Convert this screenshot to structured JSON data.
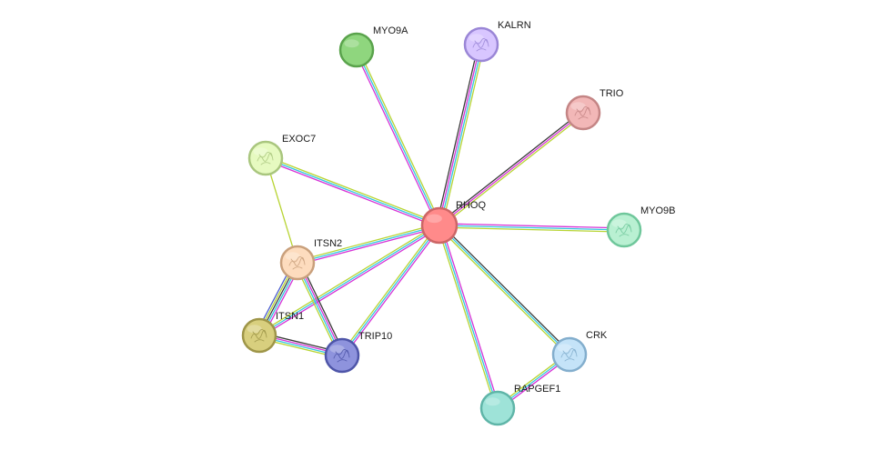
{
  "network": {
    "nodes": [
      {
        "id": "RHOQ",
        "label": "RHOQ",
        "color": "#ff8a8a",
        "stroke": "#cc6666",
        "icon": "none"
      },
      {
        "id": "MYO9A",
        "label": "MYO9A",
        "color": "#8fd67e",
        "stroke": "#5aa34c",
        "icon": "none"
      },
      {
        "id": "KALRN",
        "label": "KALRN",
        "color": "#d8c6ff",
        "stroke": "#9a86d6",
        "icon": "protein-structure-icon"
      },
      {
        "id": "TRIO",
        "label": "TRIO",
        "color": "#f2b7b7",
        "stroke": "#c48585",
        "icon": "protein-structure-icon"
      },
      {
        "id": "EXOC7",
        "label": "EXOC7",
        "color": "#e6fac0",
        "stroke": "#a9c67e",
        "icon": "protein-structure-icon"
      },
      {
        "id": "MYO9B",
        "label": "MYO9B",
        "color": "#b9f0d2",
        "stroke": "#6fc79b",
        "icon": "protein-structure-icon"
      },
      {
        "id": "ITSN2",
        "label": "ITSN2",
        "color": "#fddcbe",
        "stroke": "#c9a07c",
        "icon": "protein-structure-icon"
      },
      {
        "id": "ITSN1",
        "label": "ITSN1",
        "color": "#d8cf7e",
        "stroke": "#9e9548",
        "icon": "protein-structure-icon"
      },
      {
        "id": "TRIP10",
        "label": "TRIP10",
        "color": "#8e93dd",
        "stroke": "#4e55a8",
        "icon": "protein-structure-icon"
      },
      {
        "id": "CRK",
        "label": "CRK",
        "color": "#c4e3f8",
        "stroke": "#83aecd",
        "icon": "protein-structure-icon"
      },
      {
        "id": "RAPGEF1",
        "label": "RAPGEF1",
        "color": "#9ee3d8",
        "stroke": "#5fb5a8",
        "icon": "none"
      }
    ],
    "edges": [
      {
        "source": "RHOQ",
        "target": "MYO9A",
        "evidence": [
          "magenta",
          "cyan",
          "yellowgreen"
        ]
      },
      {
        "source": "RHOQ",
        "target": "KALRN",
        "evidence": [
          "black",
          "magenta",
          "cyan",
          "yellowgreen"
        ]
      },
      {
        "source": "RHOQ",
        "target": "TRIO",
        "evidence": [
          "black",
          "magenta",
          "yellowgreen"
        ]
      },
      {
        "source": "RHOQ",
        "target": "EXOC7",
        "evidence": [
          "magenta",
          "cyan",
          "yellowgreen"
        ]
      },
      {
        "source": "RHOQ",
        "target": "MYO9B",
        "evidence": [
          "magenta",
          "cyan",
          "yellowgreen"
        ]
      },
      {
        "source": "RHOQ",
        "target": "ITSN2",
        "evidence": [
          "magenta",
          "cyan",
          "yellowgreen"
        ]
      },
      {
        "source": "RHOQ",
        "target": "ITSN1",
        "evidence": [
          "magenta",
          "cyan",
          "yellowgreen"
        ]
      },
      {
        "source": "RHOQ",
        "target": "TRIP10",
        "evidence": [
          "magenta",
          "cyan",
          "yellowgreen"
        ]
      },
      {
        "source": "RHOQ",
        "target": "CRK",
        "evidence": [
          "black",
          "cyan",
          "yellowgreen"
        ]
      },
      {
        "source": "RHOQ",
        "target": "RAPGEF1",
        "evidence": [
          "magenta",
          "cyan",
          "yellowgreen"
        ]
      },
      {
        "source": "EXOC7",
        "target": "ITSN2",
        "evidence": [
          "yellowgreen"
        ]
      },
      {
        "source": "ITSN2",
        "target": "ITSN1",
        "evidence": [
          "magenta",
          "cyan",
          "black",
          "yellowgreen",
          "blue"
        ]
      },
      {
        "source": "ITSN2",
        "target": "TRIP10",
        "evidence": [
          "black",
          "magenta",
          "cyan",
          "yellowgreen"
        ]
      },
      {
        "source": "ITSN1",
        "target": "TRIP10",
        "evidence": [
          "black",
          "magenta",
          "cyan",
          "yellowgreen"
        ]
      },
      {
        "source": "CRK",
        "target": "RAPGEF1",
        "evidence": [
          "magenta",
          "cyan",
          "yellowgreen"
        ]
      }
    ],
    "evidence_colors": {
      "magenta": "#d633d6",
      "cyan": "#33c7e0",
      "yellowgreen": "#b8d433",
      "black": "#3a3a3a",
      "blue": "#4a5ccf"
    }
  }
}
